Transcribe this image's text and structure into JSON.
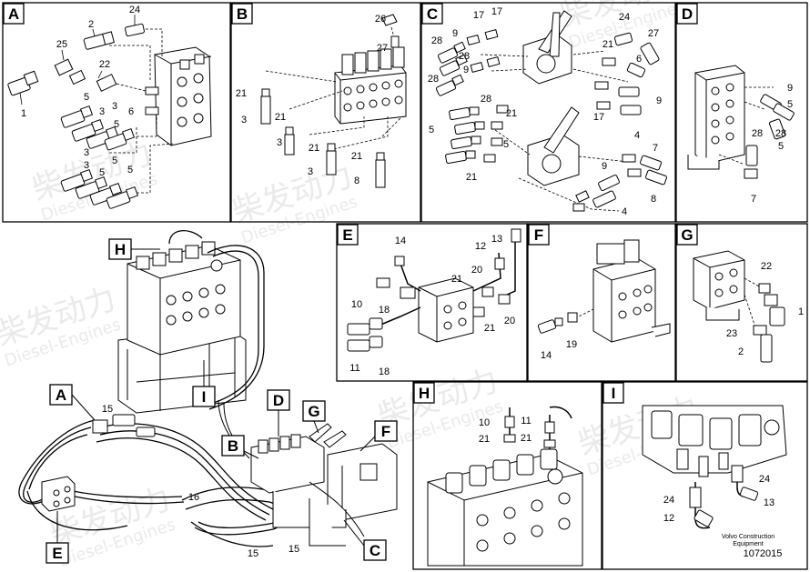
{
  "panels": [
    {
      "id": "A",
      "parts": [
        {
          "text": "24"
        },
        {
          "text": "2"
        },
        {
          "text": "25"
        },
        {
          "text": "22"
        },
        {
          "text": "1"
        },
        {
          "text": "5"
        },
        {
          "text": "3"
        },
        {
          "text": "3"
        },
        {
          "text": "6"
        },
        {
          "text": "5"
        },
        {
          "text": "3"
        },
        {
          "text": "3"
        },
        {
          "text": "5"
        },
        {
          "text": "5"
        },
        {
          "text": "5"
        }
      ]
    },
    {
      "id": "B",
      "parts": [
        {
          "text": "26"
        },
        {
          "text": "27"
        },
        {
          "text": "21"
        },
        {
          "text": "3"
        },
        {
          "text": "21"
        },
        {
          "text": "3"
        },
        {
          "text": "21"
        },
        {
          "text": "3"
        },
        {
          "text": "21"
        },
        {
          "text": "8"
        }
      ]
    },
    {
      "id": "C",
      "parts": [
        {
          "text": "17"
        },
        {
          "text": "17"
        },
        {
          "text": "9"
        },
        {
          "text": "28"
        },
        {
          "text": "9"
        },
        {
          "text": "28"
        },
        {
          "text": "28"
        },
        {
          "text": "28"
        },
        {
          "text": "24"
        },
        {
          "text": "27"
        },
        {
          "text": "21"
        },
        {
          "text": "6"
        },
        {
          "text": "5"
        },
        {
          "text": "9"
        },
        {
          "text": "17"
        },
        {
          "text": "4"
        },
        {
          "text": "21"
        },
        {
          "text": "5"
        },
        {
          "text": "21"
        },
        {
          "text": "7"
        },
        {
          "text": "9"
        },
        {
          "text": "8"
        },
        {
          "text": "4"
        }
      ]
    },
    {
      "id": "D",
      "parts": [
        {
          "text": "9"
        },
        {
          "text": "5"
        },
        {
          "text": "28"
        },
        {
          "text": "28"
        },
        {
          "text": "5"
        },
        {
          "text": "7"
        }
      ]
    },
    {
      "id": "E",
      "parts": [
        {
          "text": "14"
        },
        {
          "text": "13"
        },
        {
          "text": "12"
        },
        {
          "text": "20"
        },
        {
          "text": "21"
        },
        {
          "text": "10"
        },
        {
          "text": "18"
        },
        {
          "text": "21"
        },
        {
          "text": "20"
        },
        {
          "text": "11"
        },
        {
          "text": "18"
        }
      ]
    },
    {
      "id": "F",
      "parts": [
        {
          "text": "14"
        },
        {
          "text": "19"
        }
      ]
    },
    {
      "id": "G",
      "parts": [
        {
          "text": "22"
        },
        {
          "text": "1"
        },
        {
          "text": "23"
        },
        {
          "text": "2"
        }
      ]
    },
    {
      "id": "H",
      "parts": [
        {
          "text": "10"
        },
        {
          "text": "11"
        },
        {
          "text": "21"
        },
        {
          "text": "21"
        }
      ]
    },
    {
      "id": "I",
      "parts": [
        {
          "text": "24"
        },
        {
          "text": "24"
        },
        {
          "text": "13"
        },
        {
          "text": "12"
        }
      ]
    }
  ],
  "overview": {
    "callouts": [
      {
        "text": "H"
      },
      {
        "text": "I"
      },
      {
        "text": "A"
      },
      {
        "text": "D"
      },
      {
        "text": "G"
      },
      {
        "text": "B"
      },
      {
        "text": "F"
      },
      {
        "text": "E"
      },
      {
        "text": "C"
      }
    ],
    "parts": [
      {
        "text": "15"
      },
      {
        "text": "16"
      },
      {
        "text": "15"
      },
      {
        "text": "15"
      }
    ]
  },
  "footer": {
    "credit_line1": "Volvo Construction",
    "credit_line2": "Equipment",
    "doc_number": "1072015"
  },
  "watermark": {
    "cn": "柴发动力",
    "en": "Diesel-Engines"
  },
  "colors": {
    "ink": "#000000",
    "paper": "#ffffff",
    "watermark": "#d9d9d9"
  }
}
